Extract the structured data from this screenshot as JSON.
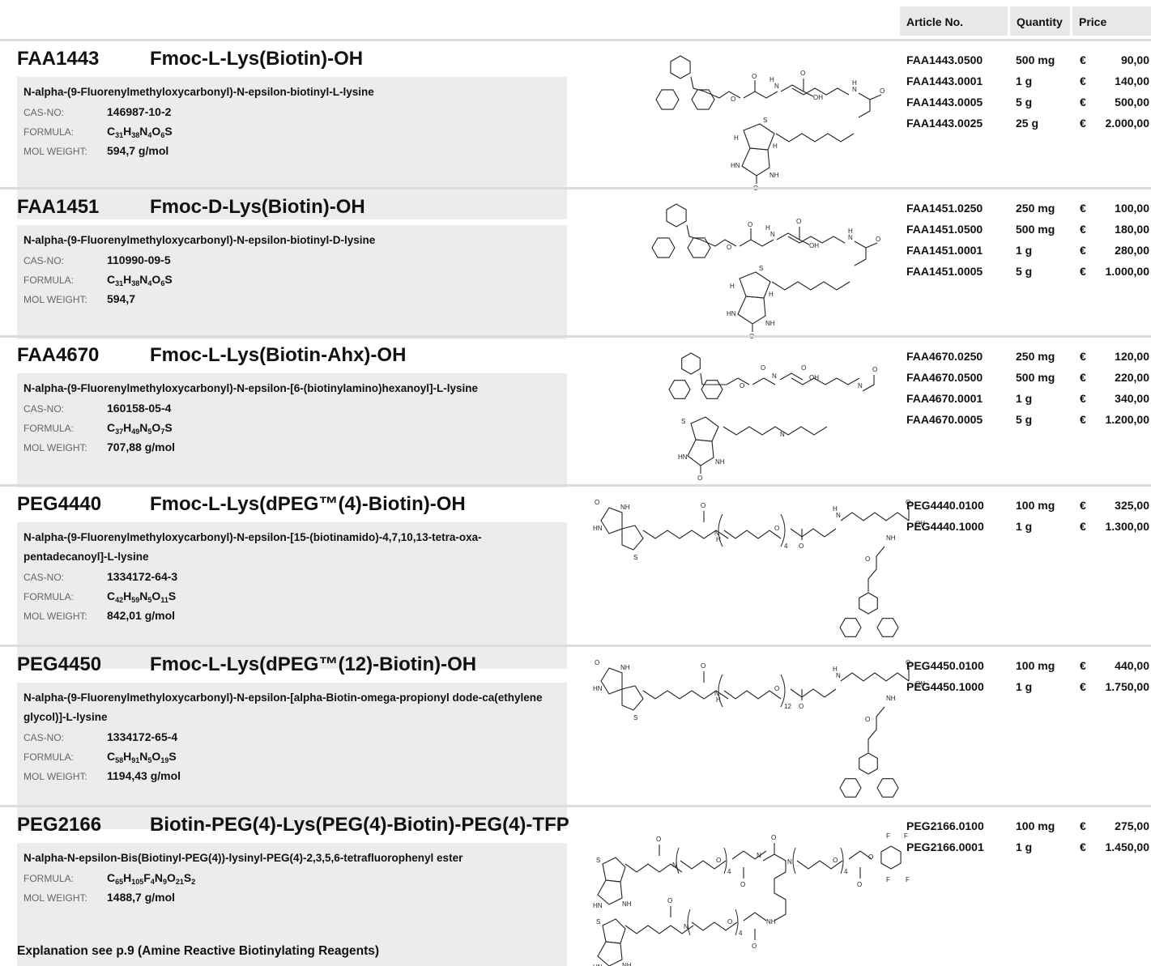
{
  "table_header": {
    "article_no": "Article No.",
    "quantity": "Quantity",
    "price": "Price"
  },
  "labels": {
    "cas": "CAS-NO:",
    "formula": "FORMULA:",
    "mol_weight": "MOL WEIGHT:"
  },
  "products": [
    {
      "code": "FAA1443",
      "name": "Fmoc-L-Lys(Biotin)-OH",
      "chemical_name": "N-alpha-(9-Fluorenylmethyloxycarbonyl)-N-epsilon-biotinyl-L-lysine",
      "cas": "146987-10-2",
      "formula": [
        [
          "C",
          "31"
        ],
        [
          "H",
          "38"
        ],
        [
          "N",
          "4"
        ],
        [
          "O",
          "6"
        ],
        [
          "S",
          ""
        ]
      ],
      "mol_weight": "594,7 g/mol",
      "structure": "fmoc-lys-biotin",
      "orders": [
        {
          "article": "FAA1443.0500",
          "qty": "500 mg",
          "currency": "€",
          "price": "90,00"
        },
        {
          "article": "FAA1443.0001",
          "qty": "1 g",
          "currency": "€",
          "price": "140,00"
        },
        {
          "article": "FAA1443.0005",
          "qty": "5 g",
          "currency": "€",
          "price": "500,00"
        },
        {
          "article": "FAA1443.0025",
          "qty": "25 g",
          "currency": "€",
          "price": "2.000,00"
        }
      ]
    },
    {
      "code": "FAA1451",
      "name": "Fmoc-D-Lys(Biotin)-OH",
      "chemical_name": "N-alpha-(9-Fluorenylmethyloxycarbonyl)-N-epsilon-biotinyl-D-lysine",
      "cas": "110990-09-5",
      "formula": [
        [
          "C",
          "31"
        ],
        [
          "H",
          "38"
        ],
        [
          "N",
          "4"
        ],
        [
          "O",
          "6"
        ],
        [
          "S",
          ""
        ]
      ],
      "mol_weight": "594,7",
      "structure": "fmoc-lys-biotin",
      "orders": [
        {
          "article": "FAA1451.0250",
          "qty": "250 mg",
          "currency": "€",
          "price": "100,00"
        },
        {
          "article": "FAA1451.0500",
          "qty": "500 mg",
          "currency": "€",
          "price": "180,00"
        },
        {
          "article": "FAA1451.0001",
          "qty": "1 g",
          "currency": "€",
          "price": "280,00"
        },
        {
          "article": "FAA1451.0005",
          "qty": "5 g",
          "currency": "€",
          "price": "1.000,00"
        }
      ]
    },
    {
      "code": "FAA4670",
      "name": "Fmoc-L-Lys(Biotin-Ahx)-OH",
      "chemical_name": "N-alpha-(9-Fluorenylmethyloxycarbonyl)-N-epsilon-[6-(biotinylamino)hexanoyl]-L-lysine",
      "cas": "160158-05-4",
      "formula": [
        [
          "C",
          "37"
        ],
        [
          "H",
          "49"
        ],
        [
          "N",
          "5"
        ],
        [
          "O",
          "7"
        ],
        [
          "S",
          ""
        ]
      ],
      "mol_weight": "707,88 g/mol",
      "structure": "fmoc-lys-biotin-ahx",
      "orders": [
        {
          "article": "FAA4670.0250",
          "qty": "250 mg",
          "currency": "€",
          "price": "120,00"
        },
        {
          "article": "FAA4670.0500",
          "qty": "500 mg",
          "currency": "€",
          "price": "220,00"
        },
        {
          "article": "FAA4670.0001",
          "qty": "1 g",
          "currency": "€",
          "price": "340,00"
        },
        {
          "article": "FAA4670.0005",
          "qty": "5 g",
          "currency": "€",
          "price": "1.200,00"
        }
      ]
    },
    {
      "code": "PEG4440",
      "name": "Fmoc-L-Lys(dPEG™(4)-Biotin)-OH",
      "chemical_name": "N-alpha-(9-Fluorenylmethyloxycarbonyl)-N-epsilon-[15-(biotinamido)-4,7,10,13-tetra-oxa-pentadecanoyl]-L-lysine",
      "cas": "1334172-64-3",
      "formula": [
        [
          "C",
          "42"
        ],
        [
          "H",
          "59"
        ],
        [
          "N",
          "5"
        ],
        [
          "O",
          "11"
        ],
        [
          "S",
          ""
        ]
      ],
      "mol_weight": "842,01 g/mol",
      "structure": "fmoc-lys-dpeg-biotin",
      "peg_n": "4",
      "orders": [
        {
          "article": "PEG4440.0100",
          "qty": "100 mg",
          "currency": "€",
          "price": "325,00"
        },
        {
          "article": "PEG4440.1000",
          "qty": "1 g",
          "currency": "€",
          "price": "1.300,00"
        }
      ]
    },
    {
      "code": "PEG4450",
      "name": "Fmoc-L-Lys(dPEG™(12)-Biotin)-OH",
      "chemical_name": "N-alpha-(9-Fluorenylmethyloxycarbonyl)-N-epsilon-[alpha-Biotin-omega-propionyl dode-ca(ethylene glycol)]-L-lysine",
      "cas": "1334172-65-4",
      "formula": [
        [
          "C",
          "58"
        ],
        [
          "H",
          "91"
        ],
        [
          "N",
          "5"
        ],
        [
          "O",
          "19"
        ],
        [
          "S",
          ""
        ]
      ],
      "mol_weight": "1194,43 g/mol",
      "structure": "fmoc-lys-dpeg-biotin",
      "peg_n": "12",
      "orders": [
        {
          "article": "PEG4450.0100",
          "qty": "100 mg",
          "currency": "€",
          "price": "440,00"
        },
        {
          "article": "PEG4450.1000",
          "qty": "1 g",
          "currency": "€",
          "price": "1.750,00"
        }
      ]
    },
    {
      "code": "PEG2166",
      "name": "Biotin-PEG(4)-Lys(PEG(4)-Biotin)-PEG(4)-TFP",
      "chemical_name": "N-alpha-N-epsilon-Bis(Biotinyl-PEG(4))-lysinyl-PEG(4)-2,3,5,6-tetrafluorophenyl ester",
      "cas": "",
      "formula": [
        [
          "C",
          "65"
        ],
        [
          "H",
          "105"
        ],
        [
          "F",
          "4"
        ],
        [
          "N",
          "9"
        ],
        [
          "O",
          "21"
        ],
        [
          "S",
          "2"
        ]
      ],
      "mol_weight": "1488,7 g/mol",
      "structure": "bis-biotin-peg-tfp",
      "peg_n": "4",
      "orders": [
        {
          "article": "PEG2166.0100",
          "qty": "100 mg",
          "currency": "€",
          "price": "275,00"
        },
        {
          "article": "PEG2166.0001",
          "qty": "1 g",
          "currency": "€",
          "price": "1.450,00"
        }
      ]
    }
  ],
  "footer": "Explanation see p.9 (Amine Reactive Biotinylating Reagents)"
}
